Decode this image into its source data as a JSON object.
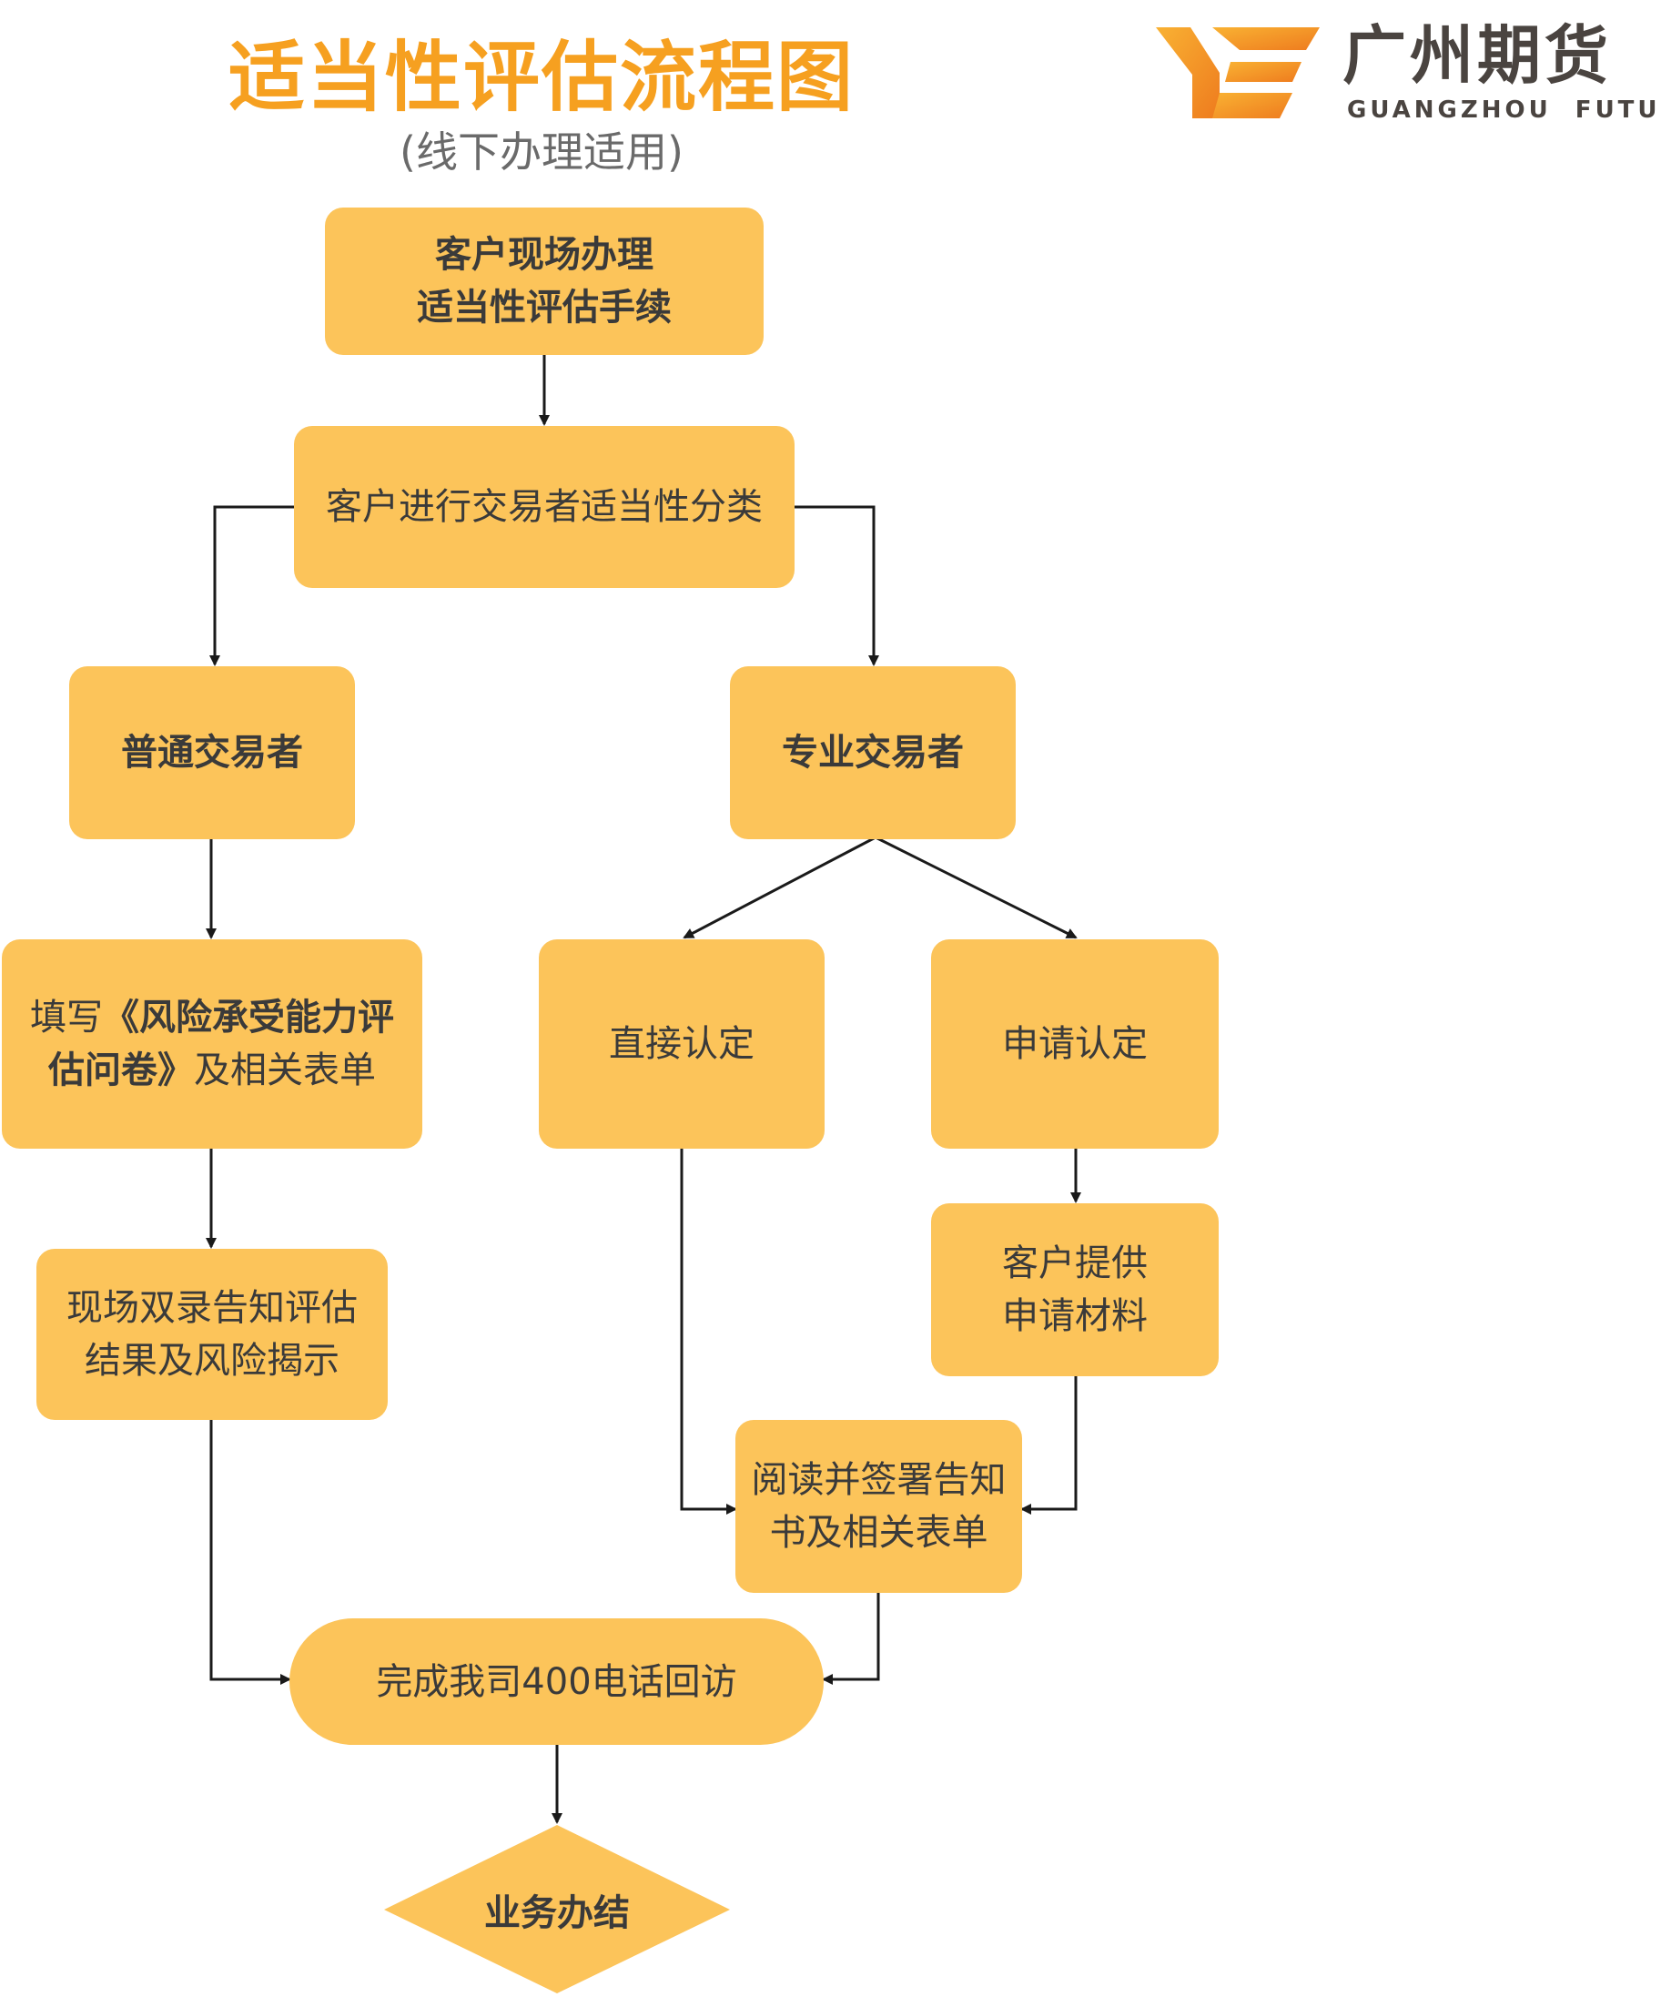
{
  "header": {
    "title": "适当性评估流程图",
    "subtitle": "(线下办理适用)"
  },
  "logo": {
    "name_cn": "广州期货",
    "name_en": "GUANGZHOU  FUTURES"
  },
  "nodes": {
    "start_line1": "客户现场办理",
    "start_line2": "适当性评估手续",
    "classify": "客户进行交易者适当性分类",
    "normal_investor": "普通交易者",
    "professional_investor": "专业交易者",
    "fill_prefix": "填写",
    "fill_bold_line1": "《风险承受能力评",
    "fill_bold_line2": "估问卷》",
    "fill_suffix": "及相关表单",
    "record_line1": "现场双录告知评估",
    "record_line2": "结果及风险揭示",
    "direct_confirm": "直接认定",
    "apply_confirm": "申请认定",
    "provide_line1": "客户提供",
    "provide_line2": "申请材料",
    "sign_line1": "阅读并签署告知",
    "sign_line2": "书及相关表单",
    "callback": "完成我司400电话回访",
    "done": "业务办结"
  },
  "colors": {
    "node_fill": "#fcc45a",
    "title": "#f6a020",
    "text": "#3a3a3a",
    "line": "#1a1a1a"
  }
}
